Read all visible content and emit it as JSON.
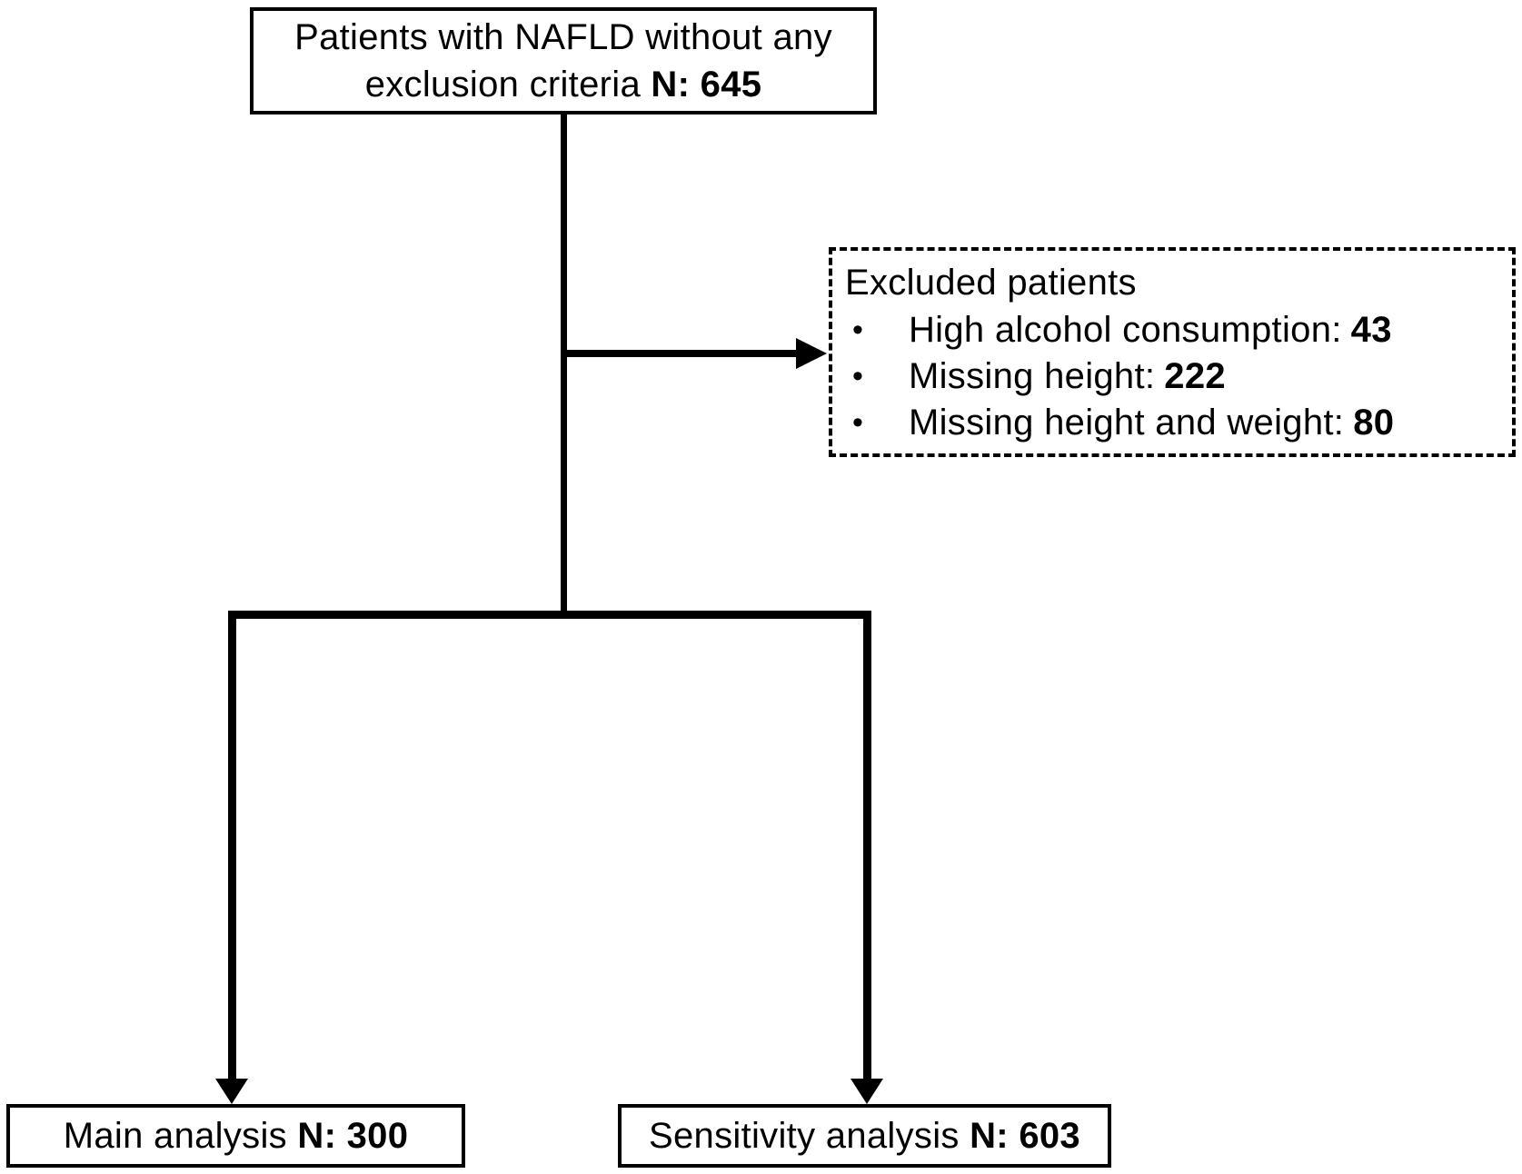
{
  "top_box": {
    "line1": "Patients with NAFLD without any",
    "line2": "exclusion criteria",
    "n": "N: 645"
  },
  "excluded_box": {
    "title": "Excluded patients",
    "bullet_char": "•",
    "items": [
      {
        "label": "High alcohol consumption:",
        "value": "43"
      },
      {
        "label": "Missing height:",
        "value": "222"
      },
      {
        "label": "Missing height and weight:",
        "value": "80"
      }
    ]
  },
  "main_box": {
    "label": "Main analysis",
    "n": "N: 300"
  },
  "sensitivity_box": {
    "label": "Sensitivity analysis",
    "n": "N: 603"
  },
  "colors": {
    "line": "#000000",
    "background": "#ffffff"
  }
}
